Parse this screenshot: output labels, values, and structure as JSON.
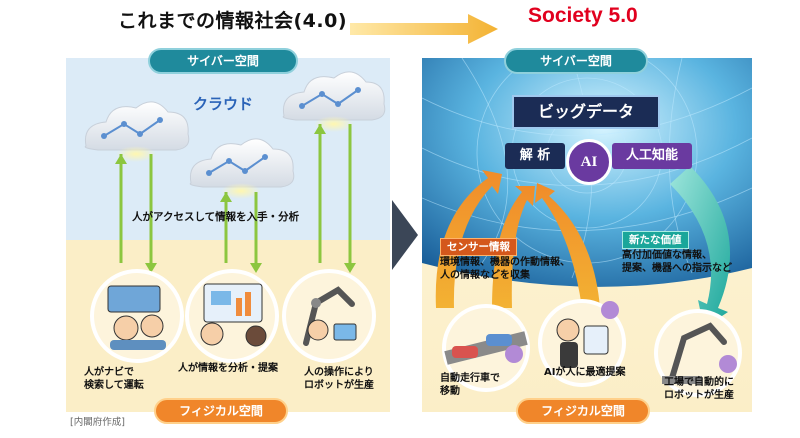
{
  "header": {
    "left_title": "これまでの情報社会(4.0)",
    "right_title": "Society 5.0"
  },
  "left_panel": {
    "cyber_label": "サイバー空間",
    "cloud_label": "クラウド",
    "access_text": "人がアクセスして情報を入手・分析",
    "physical_label": "フィジカル空間",
    "captions": [
      "人がナビで\n検索して運転",
      "人が情報を分析・提案",
      "人の操作により\nロボットが生産"
    ]
  },
  "right_panel": {
    "cyber_label": "サイバー空間",
    "bigdata_label": "ビッグデータ",
    "analysis_label": "解 析",
    "ai_label": "AI",
    "ai_text": "人工知能",
    "sensor_title": "センサー情報",
    "sensor_text": "環境情報、機器の作動情報、\n人の情報などを収集",
    "new_value_title": "新たな価値",
    "new_value_text": "高付加価値な情報、\n提案、機器への指示など",
    "physical_label": "フィジカル空間",
    "captions": [
      "自動走行車で\n移動",
      "AIが人に最適提案",
      "工場で自動的に\nロボットが生産"
    ]
  },
  "footer": {
    "source": "[内閣府作成]"
  },
  "colors": {
    "accent_red": "#e1001e",
    "teal": "#1f8a9c",
    "orange": "#f0862a",
    "arrow_yellow": "#f3b233"
  }
}
